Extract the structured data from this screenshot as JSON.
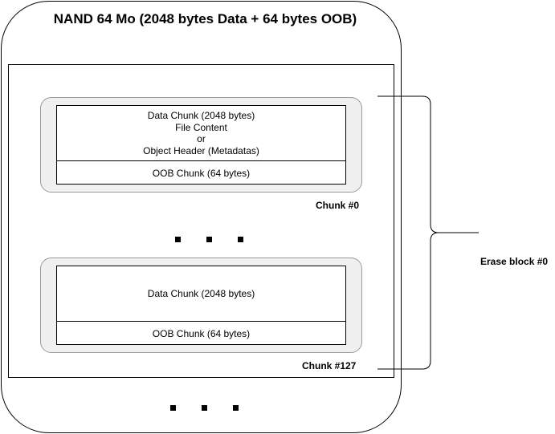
{
  "nand": {
    "title": "NAND 64 Mo (2048 bytes Data + 64 bytes OOB)"
  },
  "chunks": [
    {
      "data_lines": [
        "Data Chunk (2048 bytes)",
        "File Content",
        "or",
        "Object Header (Metadatas)"
      ],
      "oob_label": "OOB Chunk (64 bytes)",
      "chunk_label": "Chunk #0"
    },
    {
      "data_lines": [
        "Data Chunk (2048 bytes)"
      ],
      "oob_label": "OOB Chunk (64 bytes)",
      "chunk_label": "Chunk #127"
    }
  ],
  "erase_block": {
    "label": "Erase block #0"
  },
  "colors": {
    "stroke": "#000000",
    "chunk_fill": "#f0f0f0",
    "chunk_border": "#9a9a9a"
  }
}
